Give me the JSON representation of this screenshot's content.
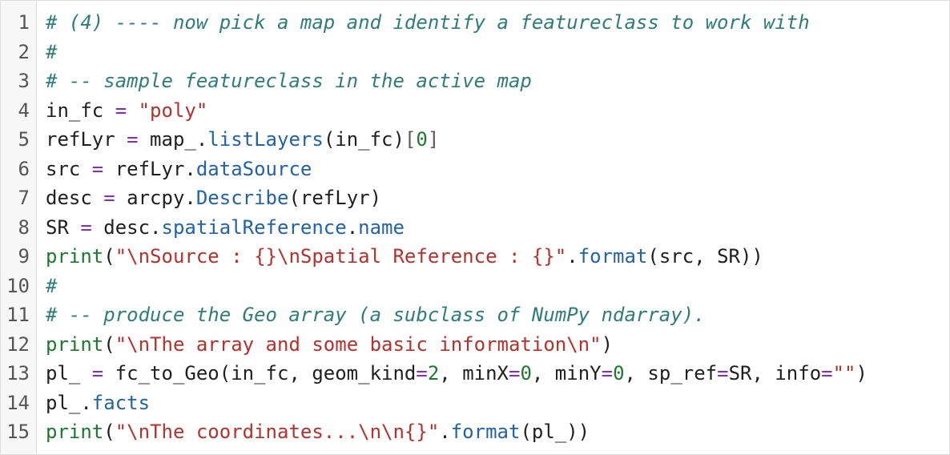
{
  "colors": {
    "comment": "#2e7d7a",
    "default": "#1f1f1f",
    "operator": "#8a2bb5",
    "string": "#b5312c",
    "attribute": "#2262a8",
    "builtin": "#1c7a2e",
    "number": "#1c7a2e",
    "gutter_bg": "#f7f7f7",
    "line_number": "#555555"
  },
  "code": {
    "lines": [
      {
        "number": "1",
        "tokens": [
          {
            "t": "comment",
            "v": "# (4) ---- now pick a map and identify a featureclass to work with"
          }
        ]
      },
      {
        "number": "2",
        "tokens": [
          {
            "t": "comment",
            "v": "#"
          }
        ]
      },
      {
        "number": "3",
        "tokens": [
          {
            "t": "comment",
            "v": "# -- sample featureclass in the active map"
          }
        ]
      },
      {
        "number": "4",
        "tokens": [
          {
            "t": "default",
            "v": "in_fc "
          },
          {
            "t": "op",
            "v": "="
          },
          {
            "t": "default",
            "v": " "
          },
          {
            "t": "str",
            "v": "\"poly\""
          }
        ]
      },
      {
        "number": "5",
        "tokens": [
          {
            "t": "default",
            "v": "refLyr "
          },
          {
            "t": "op",
            "v": "="
          },
          {
            "t": "default",
            "v": " map_."
          },
          {
            "t": "attr",
            "v": "listLayers"
          },
          {
            "t": "default",
            "v": "(in_fc)"
          },
          {
            "t": "punct",
            "v": "["
          },
          {
            "t": "num",
            "v": "0"
          },
          {
            "t": "punct",
            "v": "]"
          }
        ]
      },
      {
        "number": "6",
        "tokens": [
          {
            "t": "default",
            "v": "src "
          },
          {
            "t": "op",
            "v": "="
          },
          {
            "t": "default",
            "v": " refLyr."
          },
          {
            "t": "attr",
            "v": "dataSource"
          }
        ]
      },
      {
        "number": "7",
        "tokens": [
          {
            "t": "default",
            "v": "desc "
          },
          {
            "t": "op",
            "v": "="
          },
          {
            "t": "default",
            "v": " arcpy."
          },
          {
            "t": "attr",
            "v": "Describe"
          },
          {
            "t": "default",
            "v": "(refLyr)"
          }
        ]
      },
      {
        "number": "8",
        "tokens": [
          {
            "t": "default",
            "v": "SR "
          },
          {
            "t": "op",
            "v": "="
          },
          {
            "t": "default",
            "v": " desc."
          },
          {
            "t": "attr",
            "v": "spatialReference"
          },
          {
            "t": "default",
            "v": "."
          },
          {
            "t": "attr",
            "v": "name"
          }
        ]
      },
      {
        "number": "9",
        "tokens": [
          {
            "t": "builtin",
            "v": "print"
          },
          {
            "t": "default",
            "v": "("
          },
          {
            "t": "str",
            "v": "\"\\nSource : {}\\nSpatial Reference : {}\""
          },
          {
            "t": "default",
            "v": "."
          },
          {
            "t": "attr",
            "v": "format"
          },
          {
            "t": "default",
            "v": "(src, SR))"
          }
        ]
      },
      {
        "number": "10",
        "tokens": [
          {
            "t": "comment",
            "v": "#"
          }
        ]
      },
      {
        "number": "11",
        "tokens": [
          {
            "t": "comment",
            "v": "# -- produce the Geo array (a subclass of NumPy ndarray)."
          }
        ]
      },
      {
        "number": "12",
        "tokens": [
          {
            "t": "builtin",
            "v": "print"
          },
          {
            "t": "default",
            "v": "("
          },
          {
            "t": "str",
            "v": "\"\\nThe array and some basic information\\n\""
          },
          {
            "t": "default",
            "v": ")"
          }
        ]
      },
      {
        "number": "13",
        "tokens": [
          {
            "t": "default",
            "v": "pl_ "
          },
          {
            "t": "op",
            "v": "="
          },
          {
            "t": "default",
            "v": " fc_to_Geo(in_fc, geom_kind"
          },
          {
            "t": "op",
            "v": "="
          },
          {
            "t": "num",
            "v": "2"
          },
          {
            "t": "default",
            "v": ", minX"
          },
          {
            "t": "op",
            "v": "="
          },
          {
            "t": "num",
            "v": "0"
          },
          {
            "t": "default",
            "v": ", minY"
          },
          {
            "t": "op",
            "v": "="
          },
          {
            "t": "num",
            "v": "0"
          },
          {
            "t": "default",
            "v": ", sp_ref"
          },
          {
            "t": "op",
            "v": "="
          },
          {
            "t": "default",
            "v": "SR, info"
          },
          {
            "t": "op",
            "v": "="
          },
          {
            "t": "str",
            "v": "\"\""
          },
          {
            "t": "default",
            "v": ")"
          }
        ]
      },
      {
        "number": "14",
        "tokens": [
          {
            "t": "default",
            "v": "pl_."
          },
          {
            "t": "attr",
            "v": "facts"
          }
        ]
      },
      {
        "number": "15",
        "tokens": [
          {
            "t": "builtin",
            "v": "print"
          },
          {
            "t": "default",
            "v": "("
          },
          {
            "t": "str",
            "v": "\"\\nThe coordinates...\\n\\n{}\""
          },
          {
            "t": "default",
            "v": "."
          },
          {
            "t": "attr",
            "v": "format"
          },
          {
            "t": "default",
            "v": "(pl_))"
          }
        ]
      }
    ]
  }
}
